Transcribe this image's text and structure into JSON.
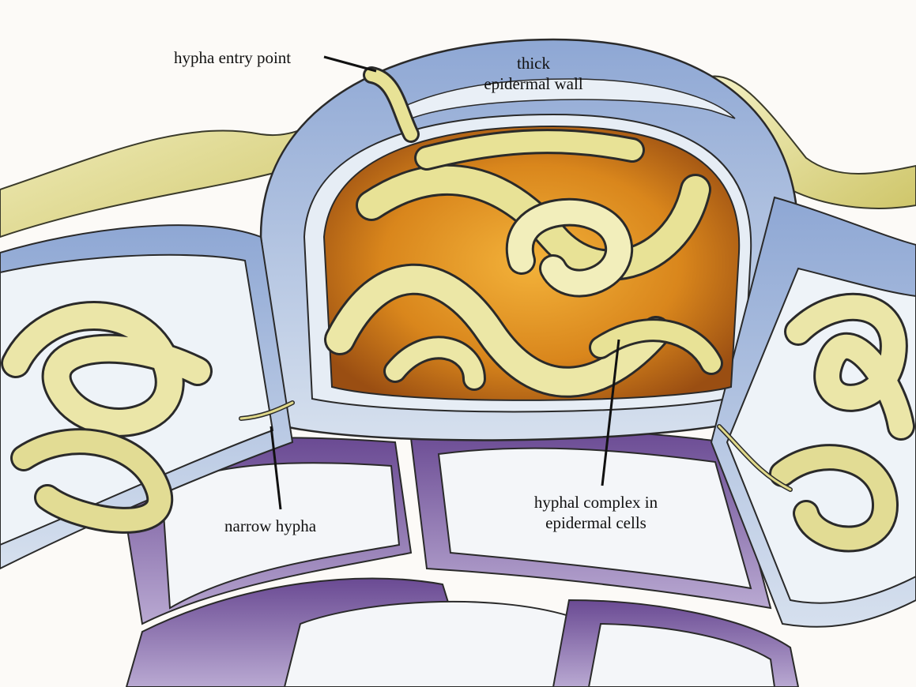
{
  "labels": {
    "entry": "hypha entry point",
    "wall_line1": "thick",
    "wall_line2": "epidermal wall",
    "narrow": "narrow hypha",
    "complex_line1": "hyphal complex in",
    "complex_line2": "epidermal cells"
  },
  "colors": {
    "background": "#fcfaf7",
    "cell_wall_blue": "#9fb4d6",
    "cortex_wall_purple": "#5e3d86",
    "cell_interior": "#eef3f8",
    "hypha_yellow": "#e8e296",
    "hypha_orange": "#d98a1e",
    "outline": "#2a2a2a"
  },
  "icons": [
    "coiled-hyphae-illustration",
    "leader-line"
  ]
}
